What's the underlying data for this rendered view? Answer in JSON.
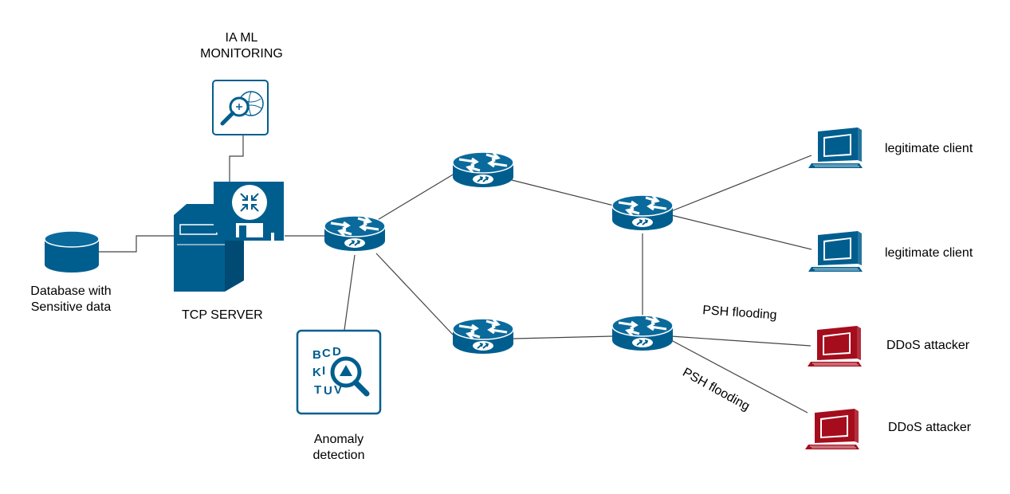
{
  "labels": {
    "ia_ml": "IA ML\nMONITORING",
    "database": "Database with\nSensitive data",
    "tcp_server": "TCP SERVER",
    "anomaly": "Anomaly\ndetection",
    "client1": "legitimate client",
    "client2": "legitimate client",
    "attacker1": "DDoS attacker",
    "attacker2": "DDoS attacker",
    "psh1": "PSH flooding",
    "psh2": "PSH flooding"
  },
  "colors": {
    "cisco_blue": "#005e8f",
    "attacker_red": "#a50d1c",
    "link": "#444444"
  }
}
